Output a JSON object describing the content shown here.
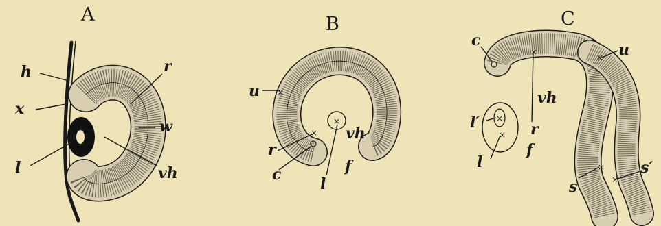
{
  "panels": {
    "A": {
      "title": "A",
      "labels": {
        "h": "h",
        "x": "x",
        "l": "l",
        "r": "r",
        "w": "w",
        "vh": "vh"
      }
    },
    "B": {
      "title": "B",
      "labels": {
        "u": "u",
        "vh": "vh",
        "r": "r",
        "c": "c",
        "l": "l",
        "f": "f"
      }
    },
    "C": {
      "title": "C",
      "labels": {
        "c": "c",
        "u": "u",
        "vh": "vh",
        "r": "r",
        "l_prime": "l′",
        "l": "l",
        "f": "f",
        "s": "s",
        "s_prime": "s′"
      }
    }
  },
  "colors": {
    "background": "#efe4b8",
    "ink": "#1a1a1a",
    "tissue": "#d9ceb0"
  }
}
